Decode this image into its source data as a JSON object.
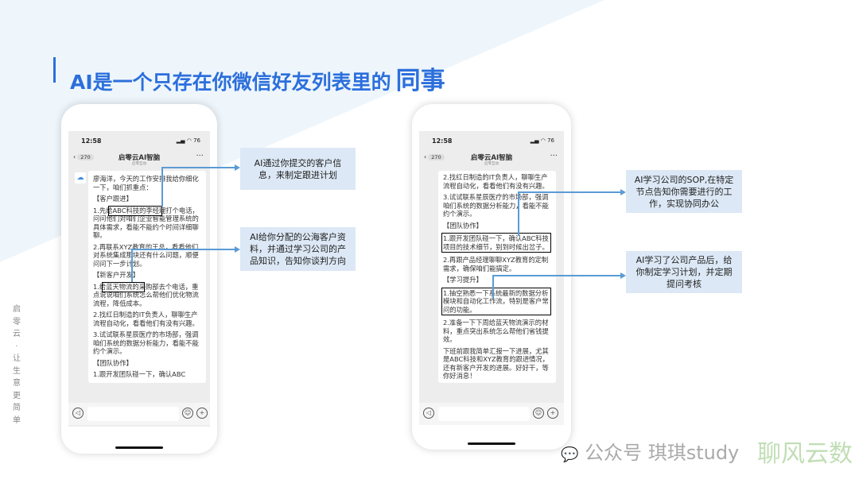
{
  "title": {
    "main": "AI是一个只存在你微信好友列表里的",
    "highlight": "同事"
  },
  "side_slogan": [
    "启",
    "零",
    "云",
    "·",
    "让",
    "生",
    "意",
    "更",
    "简",
    "单"
  ],
  "phone": {
    "time": "12:58",
    "battery": "76",
    "back_count": "270",
    "chat_title": "启零云AI智脑",
    "chat_subtitle": "启零互动"
  },
  "left_chat": {
    "avatar_icon": "cloud-icon",
    "paragraphs": [
      "廖海洋，今天的工作安排我给你细化一下，咱们抓重点：",
      "【客户跟进】",
      "1.先给ABC科技的李经理打个电话，问问他们对咱们企业智能管理系统的具体需求，看能不能约个时间详细聊聊。",
      "2.再联系XYZ教育的王总，看看他们对系统集成那块还有什么问题，顺便问问下一步计划。",
      "【新客户开发】",
      "1.给蓝天物流的采购部去个电话，重点说说咱们系统怎么帮他们优化物流流程，降低成本。",
      "2.找红日制造的IT负责人，聊聊生产流程自动化，看看他们有没有兴趣。",
      "3.试试联系星辰医疗的市场部，强调咱们系统的数据分析能力，看能不能约个演示。",
      "【团队协作】",
      "1.跟开发团队碰一下，确认ABC"
    ]
  },
  "right_chat": {
    "paragraphs": [
      "2.找红日制造的IT负责人，聊聊生产流程自动化，看看他们有没有兴趣。",
      "3.试试联系星辰医疗的市场部，强调咱们系统的数据分析能力，看能不能约个演示。",
      "【团队协作】",
      "1.跟开发团队碰一下，确认ABC科技项目的技术细节，别到时候出岔子。",
      "2.再跟产品经理聊聊XYZ教育的定制需求，确保咱们能搞定。",
      "【学习提升】",
      "1.抽空熟悉一下系统最新的数据分析模块和自动化工作流，特别是客户常问的功能。",
      "2.准备一下下周给蓝天物流演示的材料，重点突出系统怎么帮他们省钱提效。",
      "下班前跟我简单汇报一下进展，尤其是ABC科技和XYZ教育的跟进情况，还有新客户开发的进展。好好干，等你好消息！"
    ]
  },
  "callouts": [
    "AI通过你提交的客户信息，来制定跟进计划",
    "AI给你分配的公海客户资料，并通过学习公司的产品知识，告知你谈判方向",
    "AI学习公司的SOP,在特定节点告知你需要进行的工作，实现协同办公",
    "AI学习了公司产品后，给你制定学习计划，并定期提问考核"
  ],
  "watermark": {
    "label": "公众号",
    "account": "琪琪study",
    "overlay": "聊风云数"
  }
}
